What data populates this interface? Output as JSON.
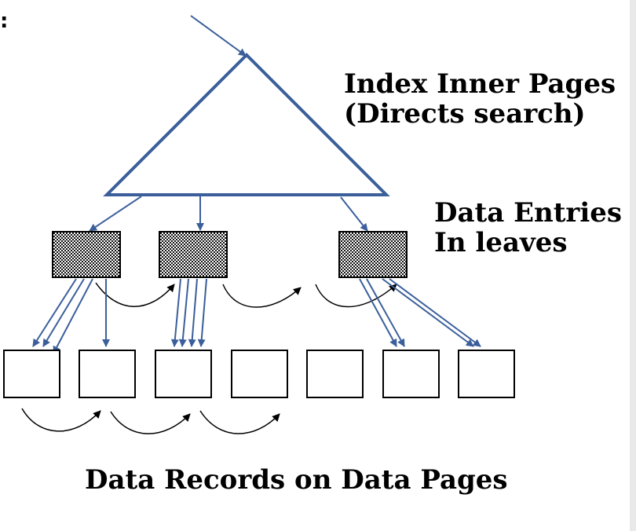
{
  "labels": {
    "index_inner_line1": "Index Inner Pages",
    "index_inner_line2": "(Directs search)",
    "data_entries_line1": "Data Entries",
    "data_entries_line2": "In leaves",
    "data_records": "Data Records on Data Pages",
    "corner_mark": ":"
  },
  "colors": {
    "arrow_blue": "#3b5f9b",
    "black": "#000000"
  }
}
